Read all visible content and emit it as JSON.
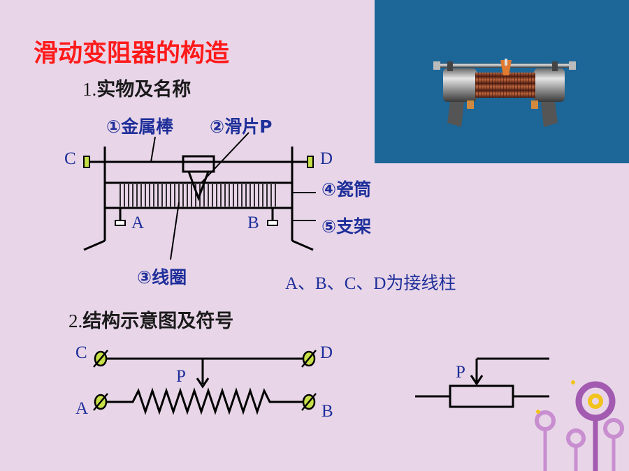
{
  "title": "滑动变阻器的构造",
  "section1": {
    "number": "1.",
    "text": "实物及名称"
  },
  "section2": {
    "number": "2.",
    "text": "结构示意图及符号"
  },
  "parts": {
    "rod": "①金属棒",
    "slider": "②滑片P",
    "coil": "③线圈",
    "tube": "④瓷筒",
    "frame": "⑤支架"
  },
  "terminal_labels": {
    "A": "A",
    "B": "B",
    "C": "C",
    "D": "D",
    "P": "P"
  },
  "terminal_note": "A、B、C、D为接线柱",
  "colors": {
    "background": "#e8d6e8",
    "title": "#ff1a1a",
    "label_blue": "#1f2f9a",
    "photo_panel": "#1c6698",
    "terminal_green": "#c8e048",
    "decor_purple": "#a25bb0",
    "decor_yellow": "#f2c31b"
  }
}
